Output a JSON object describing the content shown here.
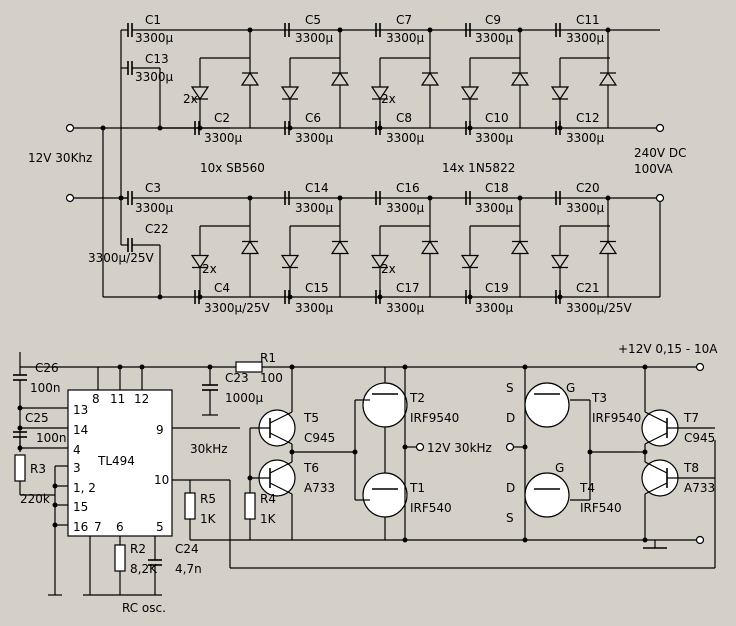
{
  "section_labels": {
    "input": "12V 30Khz",
    "output_voltage": "240V DC",
    "output_power": "100VA",
    "top_diodes": "10x SB560",
    "right_diodes": "14x 1N5822",
    "driver_freq": "30kHz",
    "bridge_node": "12V 30kHz",
    "supply": "+12V 0,15 - 10A",
    "rc_osc": "RC osc."
  },
  "multiplier_caps": {
    "C1": "C1",
    "C2": "C2",
    "C3": "C3",
    "C4": "C4",
    "C5": "C5",
    "C6": "C6",
    "C7": "C7",
    "C8": "C8",
    "C9": "C9",
    "C10": "C10",
    "C11": "C11",
    "C12": "C12",
    "C13": "C13",
    "C14": "C14",
    "C15": "C15",
    "C16": "C16",
    "C17": "C17",
    "C18": "C18",
    "C19": "C19",
    "C20": "C20",
    "C21": "C21",
    "C22": "C22",
    "v3300": "3300µ",
    "v3300_25": "3300µ/25V"
  },
  "multiplier_notes": {
    "x2": "2x"
  },
  "ic": {
    "name": "TL494",
    "pins": {
      "p13": "13",
      "p14": "14",
      "p4": "4",
      "p3": "3",
      "p12b": "1, 2",
      "p15": "15",
      "p16": "16",
      "p7": "7",
      "p6": "6",
      "p5": "5",
      "p8": "8",
      "p11": "11",
      "p12": "12",
      "p9": "9",
      "p10": "10"
    }
  },
  "components": {
    "C26": "C26",
    "C26v": "100n",
    "C25": "C25",
    "C25v": "100n",
    "R3": "R3",
    "R3v": "220k",
    "R1": "R1",
    "R1v": "100",
    "C23": "C23",
    "C23v": "1000µ",
    "R5": "R5",
    "R5v": "1K",
    "R4": "R4",
    "R4v": "1K",
    "R2": "R2",
    "R2v": "8,2K",
    "C24": "C24",
    "C24v": "4,7n",
    "T5": "T5",
    "T5v": "C945",
    "T6": "T6",
    "T6v": "A733",
    "T2": "T2",
    "T2v": "IRF9540",
    "T1": "T1",
    "T1v": "IRF540",
    "T3": "T3",
    "T3v": "IRF9540",
    "T4": "T4",
    "T4v": "IRF540",
    "T7": "T7",
    "T7v": "C945",
    "T8": "T8",
    "T8v": "A733",
    "S": "S",
    "D": "D",
    "G": "G"
  }
}
